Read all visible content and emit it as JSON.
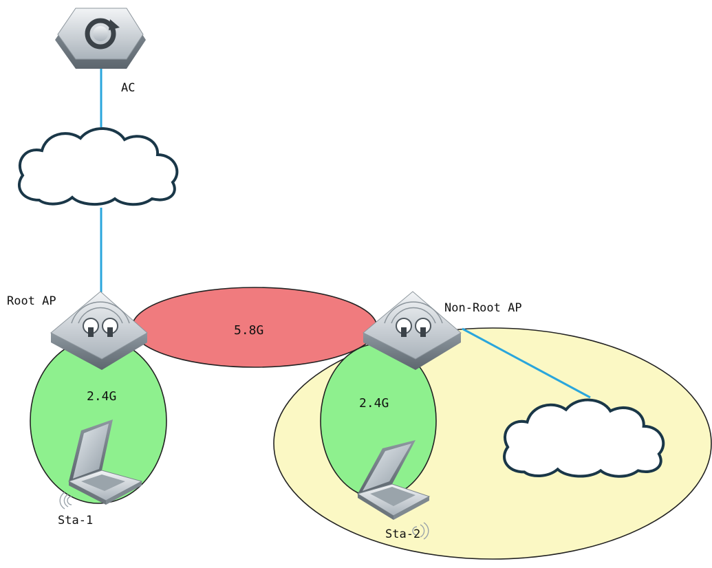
{
  "labels": {
    "ac": "AC",
    "root_ap": "Root AP",
    "non_root_ap": "Non-Root AP",
    "sta1": "Sta-1",
    "sta2": "Sta-2"
  },
  "bands": {
    "backhaul": "5.8G",
    "root_access": "2.4G",
    "nonroot_access": "2.4G"
  },
  "colors": {
    "link": "#2aa6dc",
    "backhaul_fill": "#f07b7e",
    "access_fill": "#8ef08e",
    "coverage_fill": "#fbf8c4",
    "cloud_stroke": "#1a3748",
    "device_fill": "#c9d0d6"
  },
  "icons": [
    "ac-controller-icon",
    "cloud-icon",
    "access-point-icon",
    "laptop-icon",
    "wireless-signal-icon"
  ]
}
